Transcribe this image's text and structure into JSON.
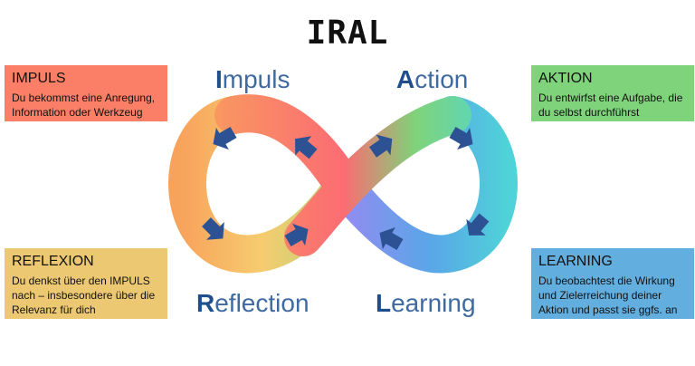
{
  "title": "IRAL",
  "colors": {
    "impuls": "#fb7f67",
    "aktion": "#7fd37a",
    "reflexion": "#edc872",
    "learning": "#62aedf",
    "word": "#1f4e8c",
    "arrow": "#2d5294"
  },
  "boxes": {
    "impuls": {
      "heading": "IMPULS",
      "text": [
        "Du bekommst eine Anregung,",
        "Information oder Werkzeug"
      ]
    },
    "aktion": {
      "heading": "AKTION",
      "text": [
        "Du entwirfst eine Aufgabe, die",
        "du selbst durchführst"
      ]
    },
    "reflexion": {
      "heading": "REFLEXION",
      "text": [
        "Du denkst über den IMPULS",
        "nach – insbesondere über die",
        "Relevanz für dich"
      ]
    },
    "learning": {
      "heading": "LEARNING",
      "text": [
        "Du beobachtest die Wirkung",
        "und Zielerreichung deiner",
        "Aktion und passt sie ggfs. an"
      ]
    }
  },
  "words": {
    "impuls": {
      "initial": "I",
      "rest": "mpuls"
    },
    "action": {
      "initial": "A",
      "rest": "ction"
    },
    "reflection": {
      "initial": "R",
      "rest": "eflection"
    },
    "learning": {
      "initial": "L",
      "rest": "earning"
    }
  }
}
